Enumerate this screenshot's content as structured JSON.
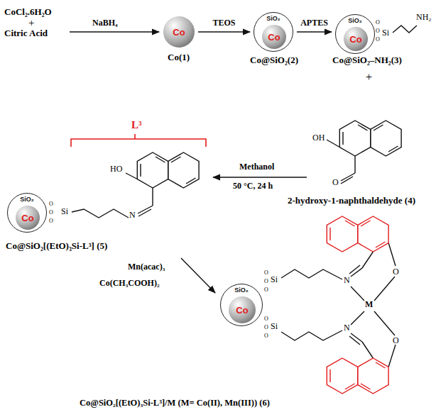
{
  "diagram": {
    "nodes": [
      {
        "text": [
          "Co"
        ]
      },
      {
        "text": [
          "SiO₂"
        ]
      },
      {
        "text": [
          "Co"
        ],
        "in": 1
      },
      {
        "text": [
          "SiO₂"
        ]
      },
      {
        "text": [
          "Co"
        ],
        "in": 3
      },
      {
        "text": [
          "SiO₂"
        ]
      },
      {
        "text": [
          "Co"
        ],
        "in": 5
      },
      {
        "text": [
          "SiO₂"
        ]
      },
      {
        "text": [
          "Co"
        ],
        "in": 7
      }
    ],
    "edges": [
      {
        "from": 0,
        "to": 1,
        "label": "TEOS",
        "arrow": "to"
      },
      {
        "from": 1,
        "to": 3,
        "label": "APTES",
        "arrow": "to"
      }
    ],
    "labels": [
      "CoCl₂.6H₂O",
      "+",
      "Citric Acid",
      "NaBH₄",
      "Co(1)",
      "Co@SiO₂(2)",
      "Si",
      "NH₂",
      "Co@SiO₂–NH₂(3)",
      "+",
      "OH",
      "O",
      "2-hydroxy-1-naphthaldehyde (4)",
      "Methanol",
      "50 °C, 24 h",
      "L³",
      "HO",
      "Si",
      "N",
      "Co@SiO₂[(EtO)₃Si-L³] (5)",
      "Mn(acac)₃",
      "Co(CH₃COOH)₂",
      "Si",
      "Si",
      "N",
      "N",
      "M",
      "O",
      "O",
      "Co@SiO₂[(EtO)₃Si-L³]/M (M= Co(II), Mn(III)) (6)",
      "O",
      "O",
      "O",
      "O",
      "O",
      "O",
      "O",
      "O",
      "O",
      "O",
      "O",
      "O"
    ]
  }
}
